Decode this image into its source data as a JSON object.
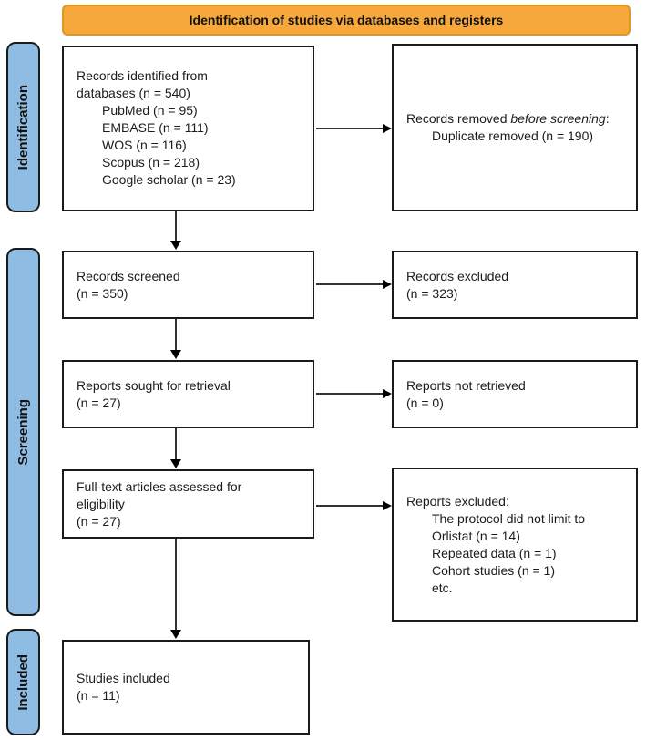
{
  "banner": {
    "title": "Identification of studies via databases and registers"
  },
  "stages": {
    "identification": "Identification",
    "screening": "Screening",
    "included": "Included"
  },
  "boxes": {
    "records_identified": {
      "line1": "Records identified from",
      "line2": "databases (n = 540)",
      "items": [
        "PubMed (n = 95)",
        "EMBASE (n = 111)",
        "WOS (n = 116)",
        "Scopus (n = 218)",
        "Google scholar (n = 23)"
      ]
    },
    "records_removed": {
      "prefix": "Records removed ",
      "italic_part": "before screening",
      "suffix": ":",
      "item": "Duplicate removed (n = 190)"
    },
    "records_screened": {
      "line1": "Records screened",
      "line2": "(n = 350)"
    },
    "records_excluded": {
      "line1": "Records excluded",
      "line2": "(n = 323)"
    },
    "reports_sought": {
      "line1": "Reports sought for retrieval",
      "line2": "(n = 27)"
    },
    "reports_not_retrieved": {
      "line1": "Reports not retrieved",
      "line2": "(n = 0)"
    },
    "fulltext_assessed": {
      "line1": "Full-text articles assessed for",
      "line2": "eligibility",
      "line3": "(n = 27)"
    },
    "reports_excluded": {
      "line1": "Reports excluded:",
      "items": [
        "The protocol did not limit to Orlistat (n = 14)",
        "Repeated data (n = 1)",
        "Cohort studies (n = 1)",
        "etc."
      ]
    },
    "studies_included": {
      "line1": "Studies included",
      "line2": "(n = 11)"
    }
  },
  "colors": {
    "banner_bg": "#F6A83C",
    "banner_border": "#DE9722",
    "stage_bg": "#8FBCE2"
  }
}
